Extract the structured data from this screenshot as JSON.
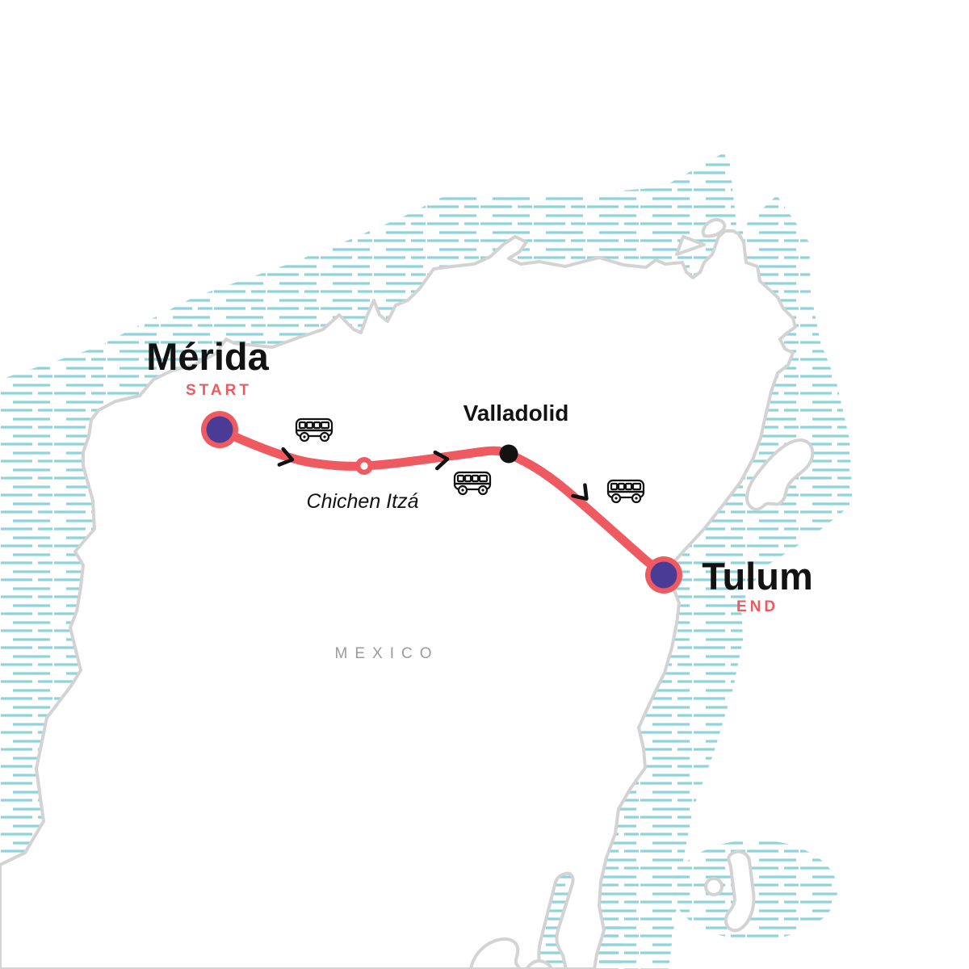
{
  "region_label": "MEXICO",
  "stops": [
    {
      "name": "Mérida",
      "badge": "START",
      "role": "start",
      "marker": "purple-dot-coral-ring"
    },
    {
      "name": "Chichen Itzá",
      "badge": "",
      "role": "visited-site",
      "marker": "small-open-ring"
    },
    {
      "name": "Valladolid",
      "badge": "",
      "role": "overnight-stop",
      "marker": "black-dot"
    },
    {
      "name": "Tulum",
      "badge": "END",
      "role": "end",
      "marker": "purple-dot-coral-ring"
    }
  ],
  "transport_legs": [
    {
      "from": "Mérida",
      "to": "Chichen Itzá",
      "mode": "bus"
    },
    {
      "from": "Chichen Itzá",
      "to": "Valladolid",
      "mode": "bus"
    },
    {
      "from": "Valladolid",
      "to": "Tulum",
      "mode": "bus"
    }
  ],
  "icons": {
    "transport": "bus-icon",
    "direction": "chevron-arrow-icon"
  },
  "colors": {
    "route": "#EE5A5F",
    "marker": "#4A3C94",
    "ink": "#121212",
    "coastline": "#D3D3D3",
    "water": "#8FD4DA",
    "region": "#9B9B9B"
  }
}
